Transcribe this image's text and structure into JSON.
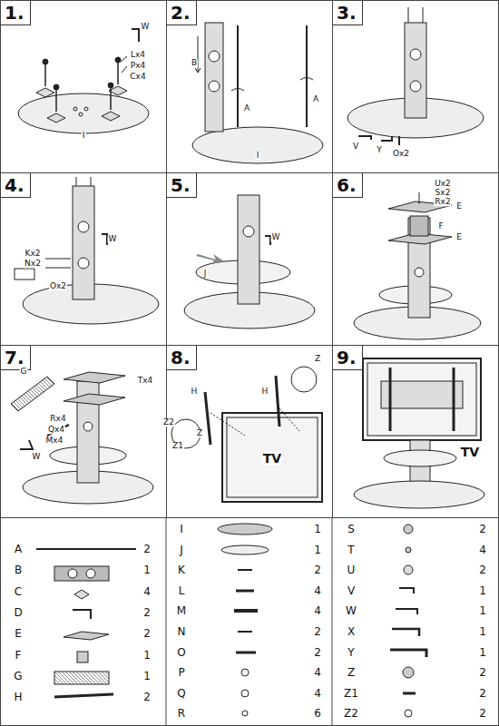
{
  "diagram": {
    "nodes": [
      {
        "text": [
          "1."
        ]
      },
      {
        "text": [
          "2."
        ]
      },
      {
        "text": [
          "3."
        ]
      },
      {
        "text": [
          "4."
        ]
      },
      {
        "text": [
          "5."
        ]
      },
      {
        "text": [
          "6."
        ]
      },
      {
        "text": [
          "7."
        ]
      },
      {
        "text": [
          "8."
        ]
      },
      {
        "text": [
          "9."
        ]
      }
    ],
    "labels": [
      "W",
      "Lx4",
      "Px4",
      "Cx4",
      "I",
      "B",
      "A",
      "A",
      "I",
      "V",
      "Y",
      "Ox2",
      "Kx2",
      "Nx2",
      "Ox2",
      "W",
      "J",
      "W",
      "Ux2",
      "Sx2",
      "Rx2",
      "E",
      "F",
      "E",
      "G",
      "Tx4",
      "Rx4",
      "Qx4",
      "Mx4",
      "W",
      "H",
      "H",
      "Z",
      "Z2",
      "Z",
      "Z1",
      "TV",
      "TV",
      "A",
      "2",
      "B",
      "1",
      "C",
      "4",
      "D",
      "2",
      "E",
      "2",
      "F",
      "1",
      "G",
      "1",
      "H",
      "2",
      "I",
      "1",
      "J",
      "1",
      "K",
      "2",
      "L",
      "4",
      "M",
      "4",
      "N",
      "2",
      "O",
      "2",
      "P",
      "4",
      "Q",
      "4",
      "R",
      "6",
      "S",
      "2",
      "T",
      "4",
      "U",
      "2",
      "V",
      "1",
      "W",
      "1",
      "X",
      "1",
      "Y",
      "1",
      "Z",
      "2",
      "Z1",
      "2",
      "Z2",
      "2"
    ]
  }
}
